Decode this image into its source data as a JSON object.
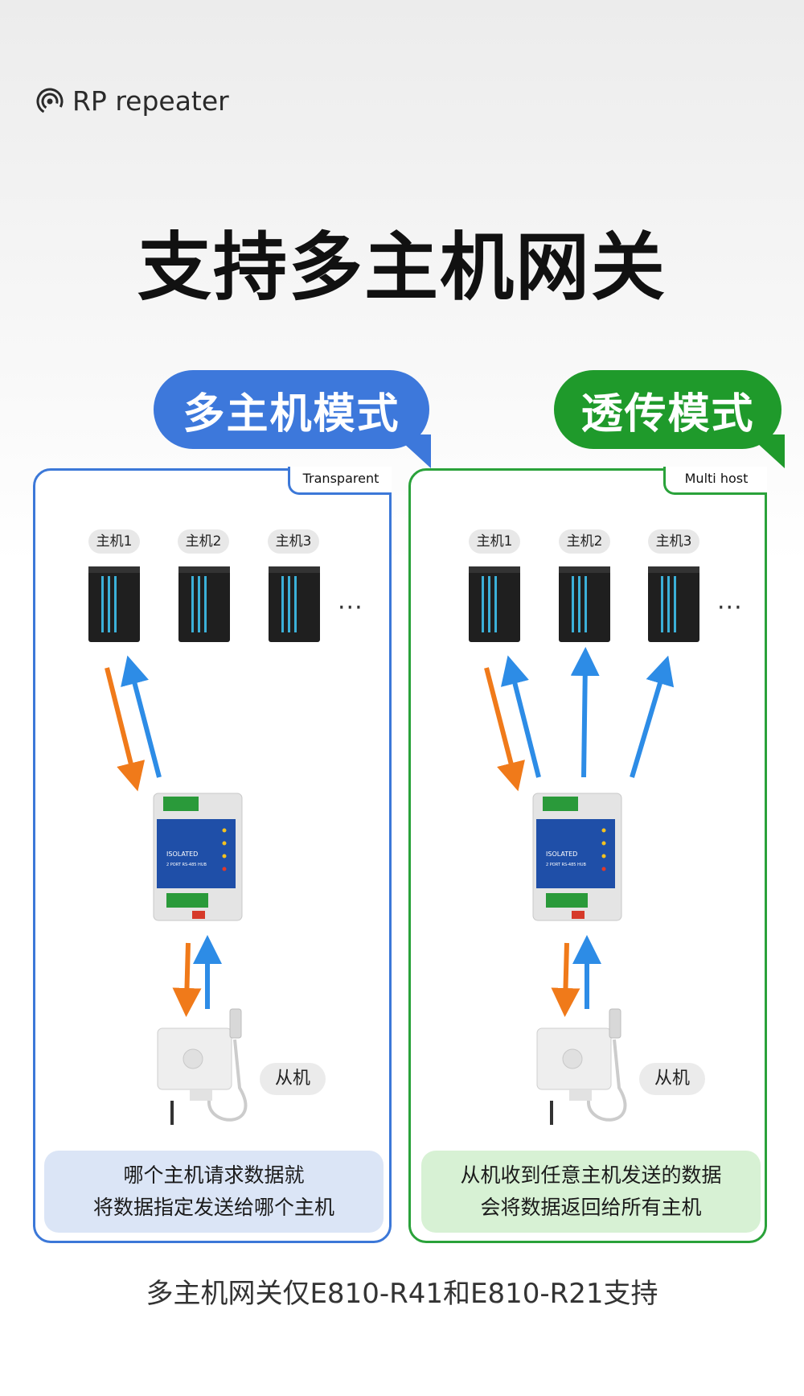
{
  "brand": {
    "icon": "signal-icon",
    "text": "RP repeater"
  },
  "title": "支持多主机网关",
  "left_panel": {
    "bubble": "多主机模式",
    "tab": "Transparent",
    "hosts": [
      "主机1",
      "主机2",
      "主机3"
    ],
    "more": "···",
    "slave": "从机",
    "info_line1": "哪个主机请求数据就",
    "info_line2": "将数据指定发送给哪个主机"
  },
  "right_panel": {
    "bubble": "透传模式",
    "tab": "Multi host",
    "hosts": [
      "主机1",
      "主机2",
      "主机3"
    ],
    "more": "···",
    "slave": "从机",
    "info_line1": "从机收到任意主机发送的数据",
    "info_line2": "会将数据返回给所有主机"
  },
  "device": {
    "label": "ISOLATED",
    "sublabel": "2 PORT RS-485 HUB"
  },
  "footnote": "多主机网关仅E810-R41和E810-R21支持",
  "colors": {
    "blue": "#3d78db",
    "green": "#1f9a2b",
    "orange_arrow": "#f07a1a",
    "blue_arrow": "#2d8ce6"
  }
}
